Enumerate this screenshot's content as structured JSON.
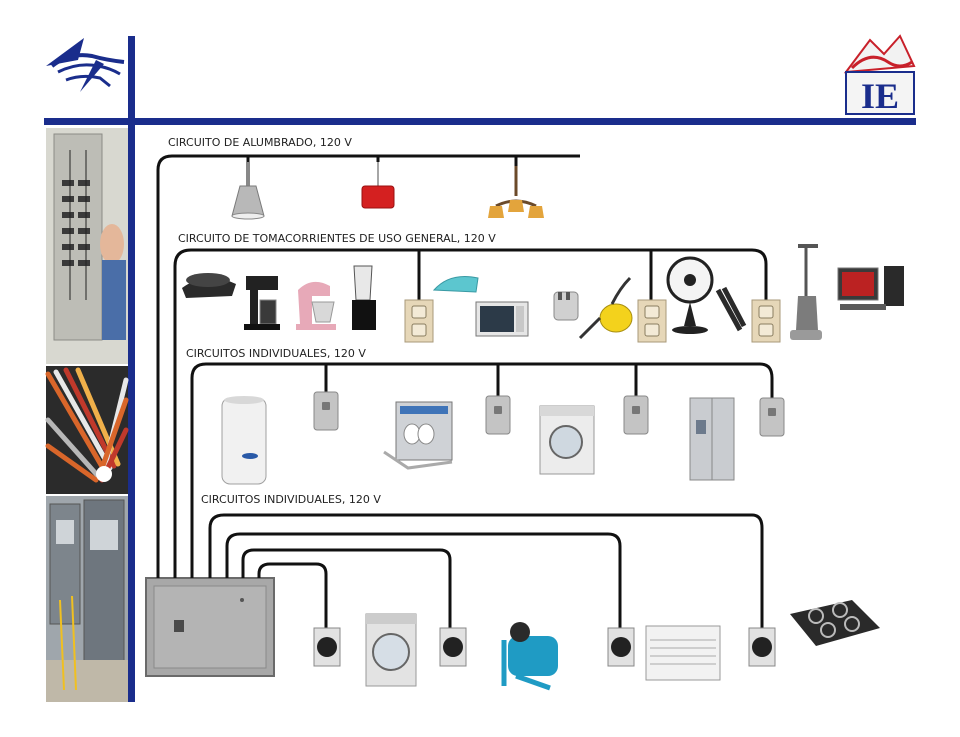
{
  "colors": {
    "frame_blue": "#1a2d8c",
    "wire": "#111111",
    "panel_gray": "#9a9a9a",
    "lamp_red": "#d42020",
    "logo_red": "#c8202a"
  },
  "header": {
    "left_logo_icon": "stylized-bird-logo",
    "right_logo_icon": "ie-monogram-logo",
    "right_logo_letters": "IE"
  },
  "circuits": {
    "lighting": {
      "label": "CIRCUITO DE ALUMBRADO, 120 V"
    },
    "general_outlets": {
      "label": "CIRCUITO DE TOMACORRIENTES DE USO GENERAL, 120 V"
    },
    "individual_1": {
      "label": "CIRCUITOS INDIVIDUALES, 120 V"
    },
    "individual_2": {
      "label": "CIRCUITOS INDIVIDUALES, 120 V"
    }
  },
  "devices": {
    "lighting": [
      "pendant-lamp-icon",
      "red-drum-lamp-icon",
      "chandelier-icon"
    ],
    "general_outlets": [
      "electric-griddle-icon",
      "coffee-maker-icon",
      "stand-mixer-icon",
      "blender-icon",
      "wall-outlet-icon",
      "steam-iron-icon",
      "microwave-icon",
      "toaster-icon",
      "vacuum-cleaner-icon",
      "wall-outlet-icon",
      "desk-fan-icon",
      "hair-straightener-icon",
      "wall-outlet-icon",
      "upright-vacuum-icon",
      "desktop-computer-icon"
    ],
    "individual_1": [
      "water-heater-icon",
      "outlet-icon",
      "dishwasher-icon",
      "outlet-icon",
      "front-load-washer-icon",
      "outlet-icon",
      "refrigerator-icon",
      "outlet-icon"
    ],
    "individual_2": [
      "240v-receptacle-icon",
      "dryer-icon",
      "240v-receptacle-icon",
      "water-pump-icon",
      "240v-receptacle-icon",
      "window-ac-icon",
      "240v-receptacle-icon",
      "cooktop-icon"
    ]
  },
  "side_photos": [
    "electrical-panel-photo-icon",
    "cable-bundle-photo-icon",
    "switchgear-room-photo-icon"
  ],
  "main_panel_icon": "breaker-panel-icon"
}
